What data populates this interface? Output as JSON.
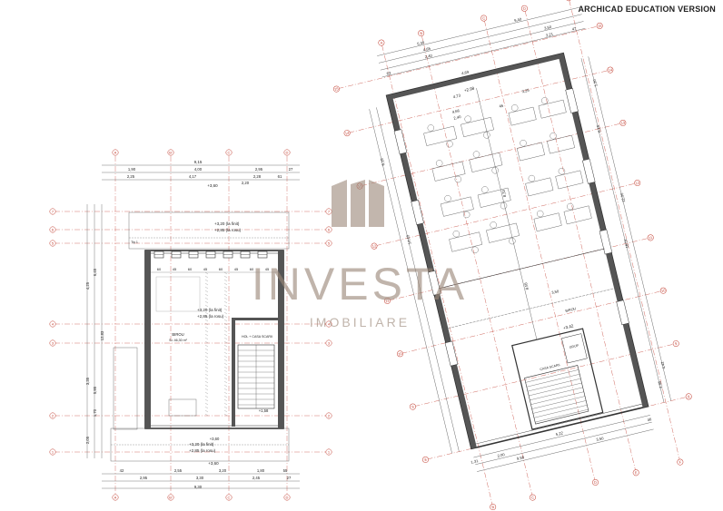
{
  "header": {
    "edu_label": "ARCHICAD EDUCATION VERSION"
  },
  "watermark": {
    "brand": "INVESTA",
    "tagline": "IMOBILIARE",
    "color": "#9b8778"
  },
  "colors": {
    "ink": "#222222",
    "dim": "#555555",
    "grid_red": "#c0392b",
    "wall": "#333333"
  },
  "left_plan": {
    "grid_letters": [
      "A",
      "B'",
      "C",
      "D"
    ],
    "grid_numbers": [
      "7",
      "6",
      "5",
      "4",
      "3",
      "2",
      "1"
    ],
    "top_dims": [
      "9,15",
      "1,90",
      "4,00",
      "2,95",
      "27",
      "2,25",
      "4,17",
      "2,28",
      "61",
      "2,20"
    ],
    "bottom_dims": [
      "42",
      "2,55",
      "3,20",
      "1,80",
      "55",
      "2,95",
      "3,30",
      "2,45",
      "27",
      "9,30"
    ],
    "side_dims": [
      "4,25",
      "6,45",
      "12,83",
      "3,35",
      "1,70",
      "2,05",
      "5,95"
    ],
    "level_top": "+3,60",
    "level_bottom": "+3,60",
    "floor_notes": [
      "+3,20 (la finit)",
      "+2,85 (la rosu)"
    ],
    "room_office": "BIROU",
    "room_office_area": "S= 46,30 m²",
    "room_stair": "HOL + CASA SCARII",
    "level_stair": "+1,58",
    "level_terrace": "+3,60",
    "tag_tp": "Tip 1"
  },
  "right_plan": {
    "grid_letters": [
      "A",
      "B",
      "C",
      "D",
      "E",
      "F",
      "G"
    ],
    "grid_numbers": [
      "15",
      "14",
      "13",
      "12",
      "11",
      "10",
      "9",
      "8"
    ],
    "top_dims": [
      "5,30",
      "9,40",
      "4,65",
      "2,40",
      "3,50",
      "3,21",
      "47",
      "63",
      "4,69"
    ],
    "inner_dims": [
      "4,73",
      "3,25",
      "8,33",
      "8,55",
      "3,50",
      "4,66",
      "2,40",
      "45"
    ],
    "side_dims": [
      "6,15",
      "14,40",
      "6,15",
      "12,00",
      "16,01",
      "1,30",
      "4,42",
      "2,35"
    ],
    "bottom_dims": [
      "5,22",
      "9,58",
      "3,50",
      "2,00",
      "1,31",
      "46"
    ],
    "level_top": "+2,98",
    "level_stair": "+3,42",
    "room_office": "BIROU",
    "room_wc": "GRUP",
    "room_stair": "CASA SCARII"
  }
}
